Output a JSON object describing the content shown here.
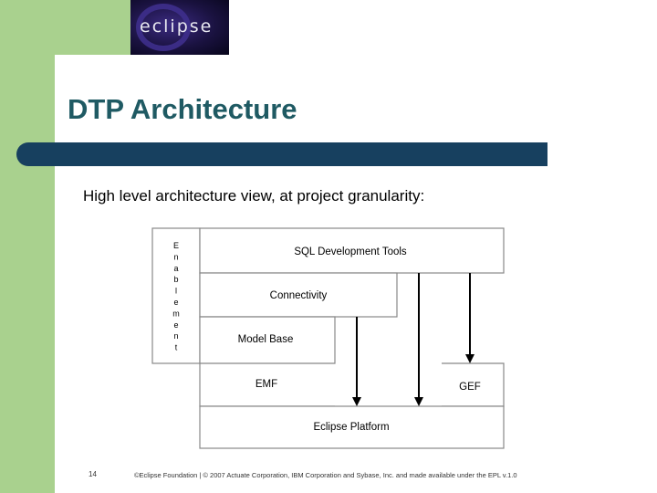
{
  "logo": {
    "text": "eclipse"
  },
  "slide": {
    "title": "DTP Architecture",
    "subtitle": "High level architecture view, at project granularity:"
  },
  "diagram": {
    "enablement_label": [
      "E",
      "n",
      "a",
      "b",
      "l",
      "e",
      "m",
      "e",
      "n",
      "t"
    ],
    "boxes": {
      "sql_tools": "SQL Development Tools",
      "connectivity": "Connectivity",
      "model_base": "Model Base",
      "emf": "EMF",
      "gef": "GEF",
      "platform": "Eclipse Platform"
    }
  },
  "footer": {
    "page_number": "14",
    "copyright": "©Eclipse Foundation | © 2007 Actuate Corporation, IBM Corporation and Sybase, Inc. and made available under the EPL v.1.0"
  }
}
